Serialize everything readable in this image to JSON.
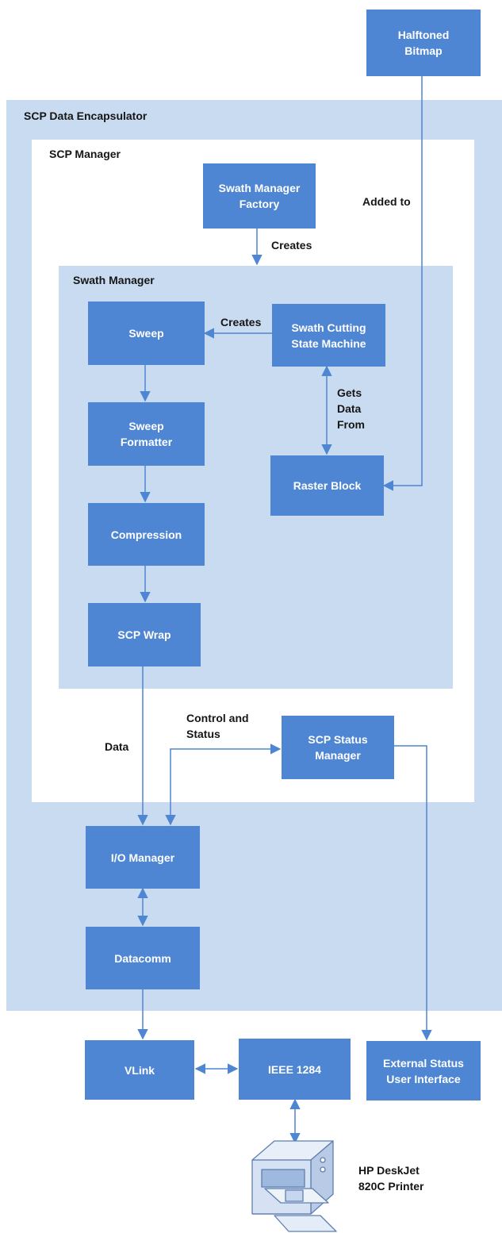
{
  "colors": {
    "outer_region": "#c9dbf0",
    "inner_region": "#ffffff",
    "swath_region": "#c9dbf0",
    "node_fill": "#4f86d3",
    "node_text": "#ffffff",
    "edge": "#4f86d3",
    "label_text": "#161616"
  },
  "regions": {
    "encapsulator": "SCP Data Encapsulator",
    "manager": "SCP Manager",
    "swath_manager": "Swath Manager"
  },
  "nodes": {
    "halftoned_bitmap": "Halftoned\nBitmap",
    "swath_manager_factory": "Swath Manager\nFactory",
    "sweep": "Sweep",
    "swath_cutting": "Swath Cutting\nState Machine",
    "sweep_formatter": "Sweep\nFormatter",
    "raster_block": "Raster Block",
    "compression": "Compression",
    "scp_wrap": "SCP Wrap",
    "scp_status_manager": "SCP Status\nManager",
    "io_manager": "I/O Manager",
    "datacomm": "Datacomm",
    "vlink": "VLink",
    "ieee1284": "IEEE 1284",
    "external_status": "External Status\nUser Interface",
    "printer": "HP DeskJet\n820C Printer"
  },
  "edge_labels": {
    "added_to": "Added to",
    "creates_factory": "Creates",
    "creates_sweep": "Creates",
    "gets_data_from": "Gets\nData\nFrom",
    "control_status": "Control and\nStatus",
    "data": "Data"
  }
}
